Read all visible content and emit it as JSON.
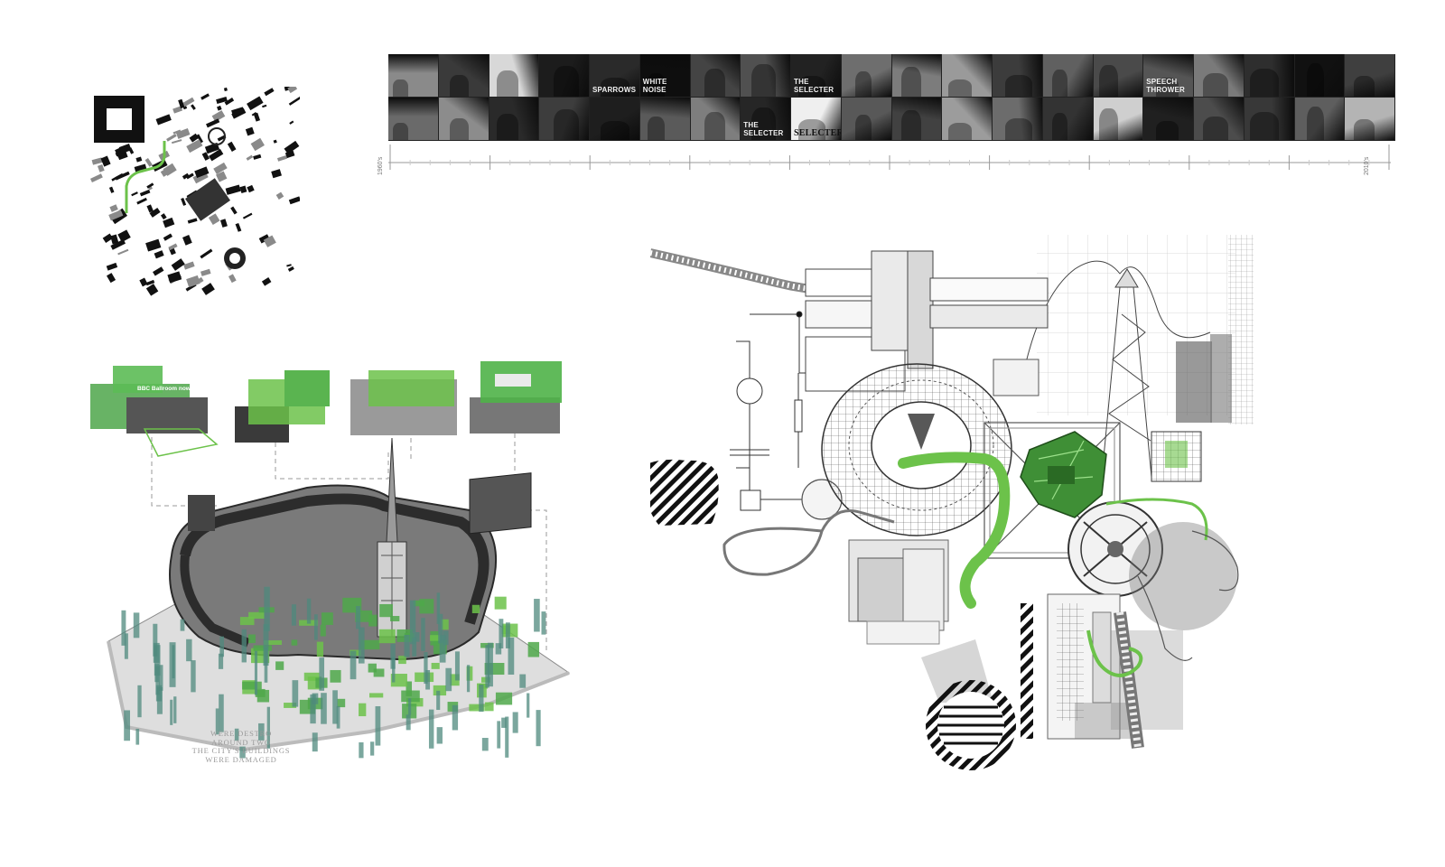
{
  "timeline": {
    "start_label": "1960's",
    "end_label": "2010's",
    "thumbnails_top": [
      {
        "caption": "",
        "tone": "#8a8a8a",
        "icon": "rocket-launch-photo"
      },
      {
        "caption": "",
        "tone": "#3a3a3a",
        "icon": "group-photo"
      },
      {
        "caption": "",
        "tone": "#d8d8d8",
        "icon": "record-cover-photo"
      },
      {
        "caption": "",
        "tone": "#1c1c1c",
        "icon": "band-photo"
      },
      {
        "caption": "SPARROWS",
        "tone": "#2a2a2a",
        "icon": "record-cover-photo"
      },
      {
        "caption": "WHITE NOISE",
        "tone": "#0e0e0e",
        "icon": "record-cover-photo"
      },
      {
        "caption": "",
        "tone": "#444444",
        "icon": "crowd-photo"
      },
      {
        "caption": "",
        "tone": "#505050",
        "icon": "group-photo"
      },
      {
        "caption": "THE SELECTER",
        "tone": "#222222",
        "icon": "record-cover-photo"
      },
      {
        "caption": "",
        "tone": "#6e6e6e",
        "icon": "poster-photo"
      },
      {
        "caption": "",
        "tone": "#7c7c7c",
        "icon": "street-photo"
      },
      {
        "caption": "",
        "tone": "#9a9a9a",
        "icon": "landscape-photo"
      },
      {
        "caption": "",
        "tone": "#3c3c3c",
        "icon": "group-photo"
      },
      {
        "caption": "",
        "tone": "#606060",
        "icon": "street-photo"
      },
      {
        "caption": "",
        "tone": "#4a4a4a",
        "icon": "portrait-photo"
      },
      {
        "caption": "SPEECH THROWER",
        "tone": "#555555",
        "icon": "record-cover-photo"
      },
      {
        "caption": "",
        "tone": "#7a7a7a",
        "icon": "portrait-photo"
      },
      {
        "caption": "",
        "tone": "#2e2e2e",
        "icon": "text-photo"
      },
      {
        "caption": "",
        "tone": "#111111",
        "icon": "dark-photo"
      },
      {
        "caption": "",
        "tone": "#3f3f3f",
        "icon": "group-photo"
      }
    ],
    "thumbnails_bottom": [
      {
        "caption": "",
        "tone": "#6a6a6a",
        "icon": "street-photo"
      },
      {
        "caption": "",
        "tone": "#8c8c8c",
        "icon": "building-photo"
      },
      {
        "caption": "",
        "tone": "#2a2a2a",
        "icon": "band-photo"
      },
      {
        "caption": "",
        "tone": "#3d3d3d",
        "icon": "portrait-photo"
      },
      {
        "caption": "",
        "tone": "#1e1e1e",
        "icon": "band-photo"
      },
      {
        "caption": "",
        "tone": "#5a5a5a",
        "icon": "portrait-photo"
      },
      {
        "caption": "",
        "tone": "#7e7e7e",
        "icon": "pattern-photo"
      },
      {
        "caption": "THE SELECTER",
        "tone": "#262626",
        "icon": "record-cover-photo"
      },
      {
        "caption": "SELECTER",
        "tone": "#efefef",
        "icon": "record-cover-photo"
      },
      {
        "caption": "",
        "tone": "#585858",
        "icon": "street-photo"
      },
      {
        "caption": "",
        "tone": "#414141",
        "icon": "crowd-photo"
      },
      {
        "caption": "",
        "tone": "#9c9c9c",
        "icon": "portrait-photo"
      },
      {
        "caption": "",
        "tone": "#6c6c6c",
        "icon": "pattern-photo"
      },
      {
        "caption": "",
        "tone": "#333333",
        "icon": "group-photo"
      },
      {
        "caption": "",
        "tone": "#cfcfcf",
        "icon": "portrait-photo"
      },
      {
        "caption": "",
        "tone": "#202020",
        "icon": "night-photo"
      },
      {
        "caption": "",
        "tone": "#4c4c4c",
        "icon": "object-photo"
      },
      {
        "caption": "",
        "tone": "#383838",
        "icon": "group-photo"
      },
      {
        "caption": "",
        "tone": "#5e5e5e",
        "icon": "portrait-photo"
      },
      {
        "caption": "",
        "tone": "#b4b4b4",
        "icon": "birds-photo"
      }
    ],
    "tick_count": 10
  },
  "city": {
    "photo_labels": [
      {
        "text": "BBC Ballroom now a library"
      }
    ],
    "memorial_lines": [
      "WERE DESTRO",
      "AROUND TWO",
      "THE CITY'S BUILDINGS",
      "WERE DAMAGED"
    ]
  },
  "colors": {
    "accent_green": "#6cc24a",
    "dark_green": "#2f7a2a",
    "teal_block": "#4f8a7e",
    "ink": "#111111",
    "line_grey": "#bdbdbd"
  }
}
